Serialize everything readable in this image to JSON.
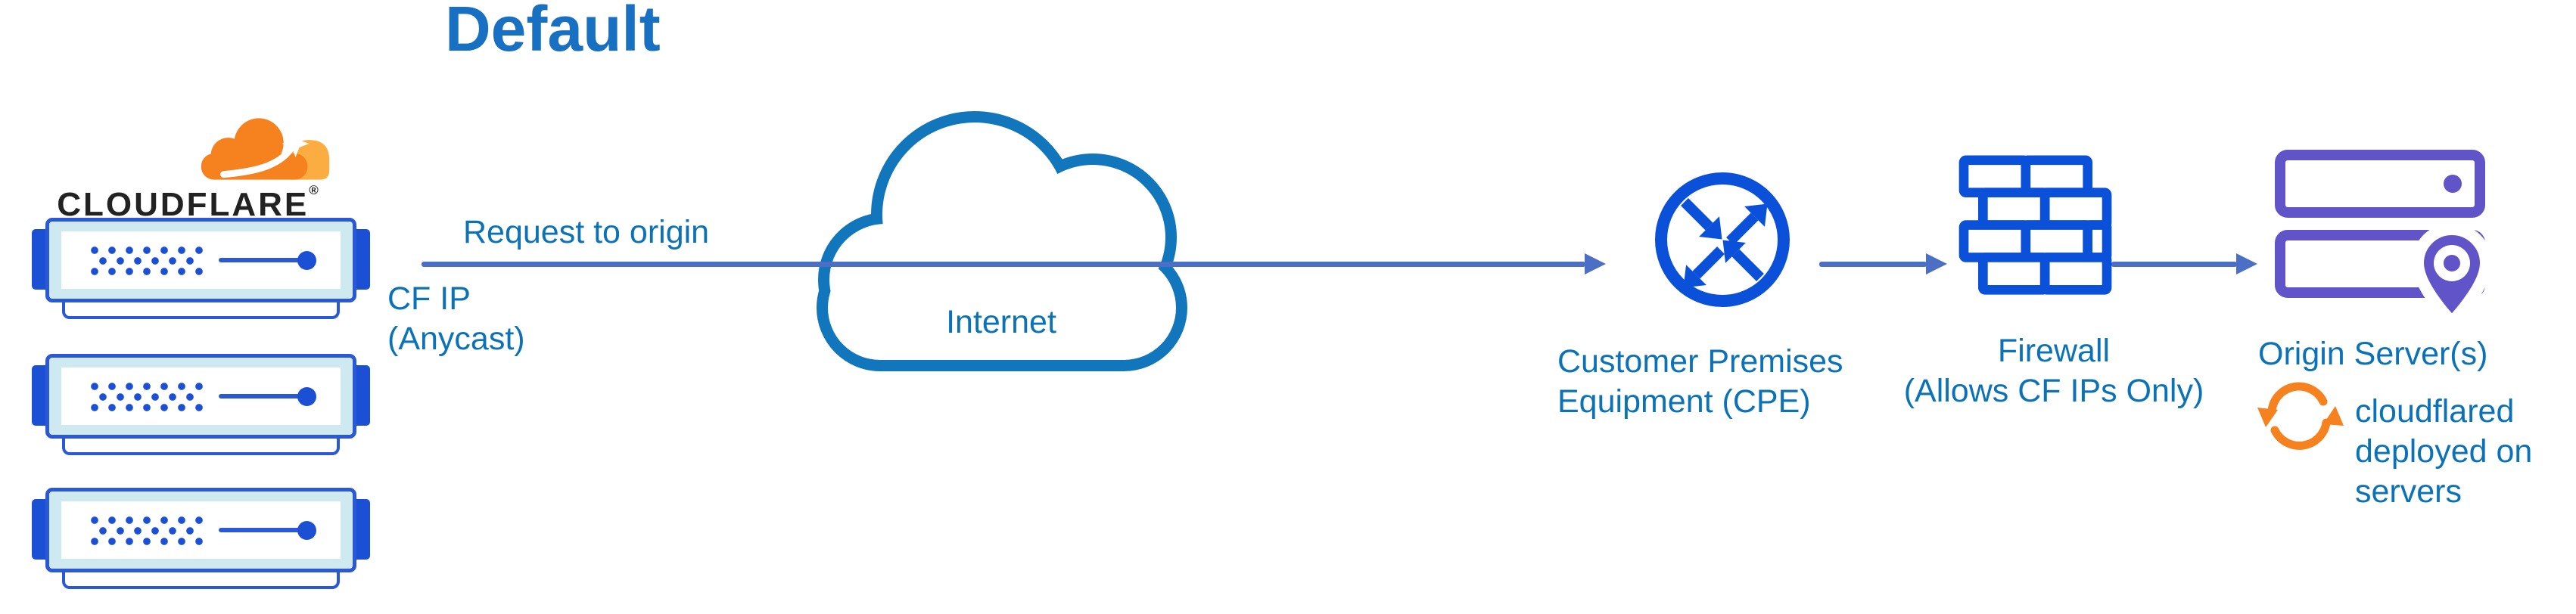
{
  "title": "Default",
  "brand": {
    "wordmark": "CLOUDFLARE",
    "registered": "®",
    "logo_icon": "cloudflare-orange-cloud"
  },
  "edge_servers": {
    "count": 3,
    "icon": "rack-server"
  },
  "flow": {
    "request_label": "Request to origin",
    "cf_ip_line1": "CF IP",
    "cf_ip_line2": "(Anycast)"
  },
  "internet": {
    "label": "Internet",
    "icon": "cloud-outline"
  },
  "cpe": {
    "label_line1": "Customer Premises",
    "label_line2": "Equipment (CPE)",
    "icon": "router-circle-arrows"
  },
  "firewall": {
    "label_line1": "Firewall",
    "label_line2": "(Allows CF IPs Only)",
    "icon": "brick-wall"
  },
  "origin": {
    "label": "Origin Server(s)",
    "icon": "server-stack-location-pin",
    "note_icon": "sync-arrows",
    "note_line1": "cloudflared",
    "note_line2": "deployed on",
    "note_line3": "servers"
  },
  "colors": {
    "title_blue": "#1870C2",
    "label_blue": "#0C72B8",
    "arrow_blue": "#4A6FC4",
    "icon_blue": "#0B50D8",
    "server_border": "#2B59D6",
    "server_accent": "#1C50D4",
    "server_fill": "#CFE9F1",
    "cloud_blue": "#1176BC",
    "purple": "#6153C8",
    "orange": "#F6821F",
    "orange_light": "#FBAD41",
    "ink": "#222222"
  }
}
